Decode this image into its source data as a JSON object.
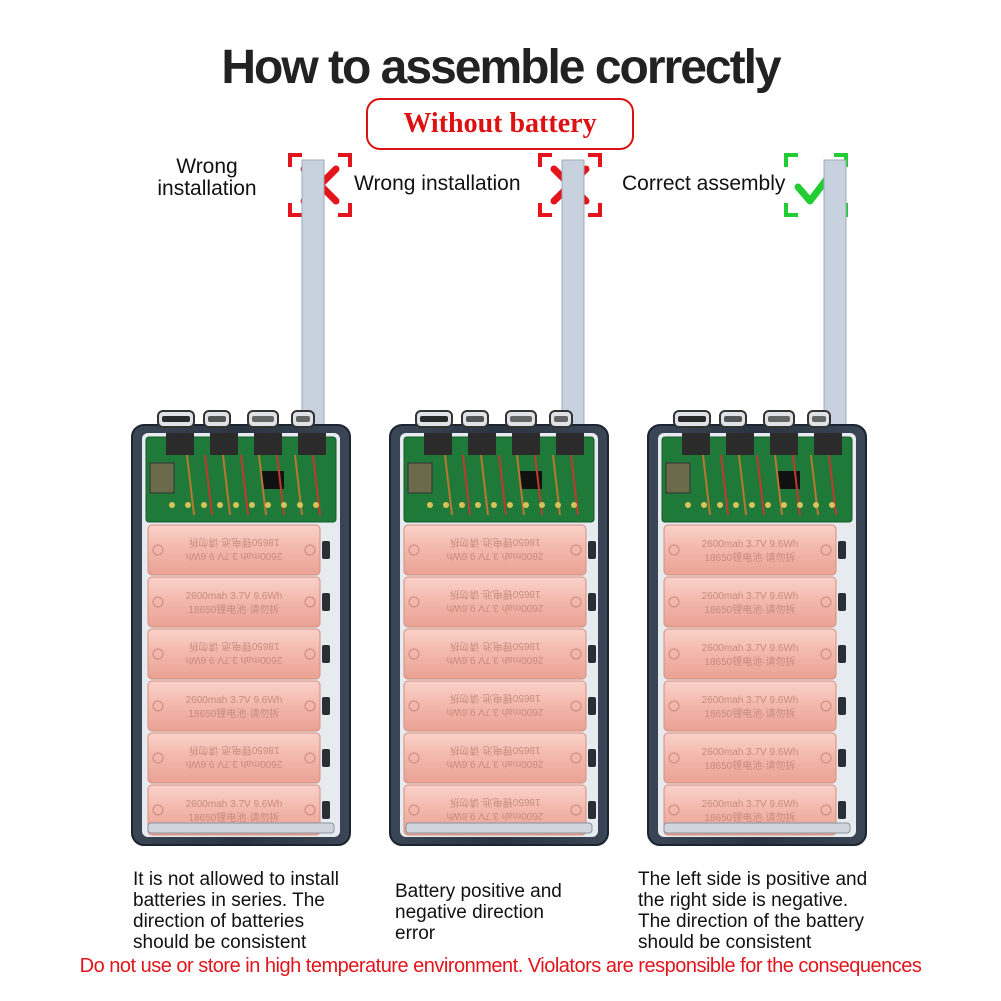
{
  "title": "How to assemble correctly",
  "badge": "Without battery",
  "panels": [
    {
      "label": "Wrong installation",
      "status": "wrong",
      "description": [
        "It is not allowed to install",
        "batteries in series. The",
        "direction of batteries",
        "should be consistent"
      ]
    },
    {
      "label": "Wrong installation",
      "status": "wrong",
      "description": [
        "Battery positive and",
        "negative direction",
        "error"
      ]
    },
    {
      "label": "Correct assembly",
      "status": "correct",
      "description": [
        "The left side is positive and",
        "the right side is negative.",
        "The direction of the battery",
        "should be consistent"
      ]
    }
  ],
  "battery_print": {
    "line1": "2600mah  3.7V  9.6Wh",
    "line2": "18650锂电池·请勿拆"
  },
  "warning": "Do not use or store in high temperature environment. Violators are responsible for the consequences",
  "colors": {
    "wrong": "#e3141b",
    "correct": "#22cc33",
    "battery": "#f4b9ad",
    "case": "#2f3b4a",
    "pcb": "#1f7a3a"
  }
}
